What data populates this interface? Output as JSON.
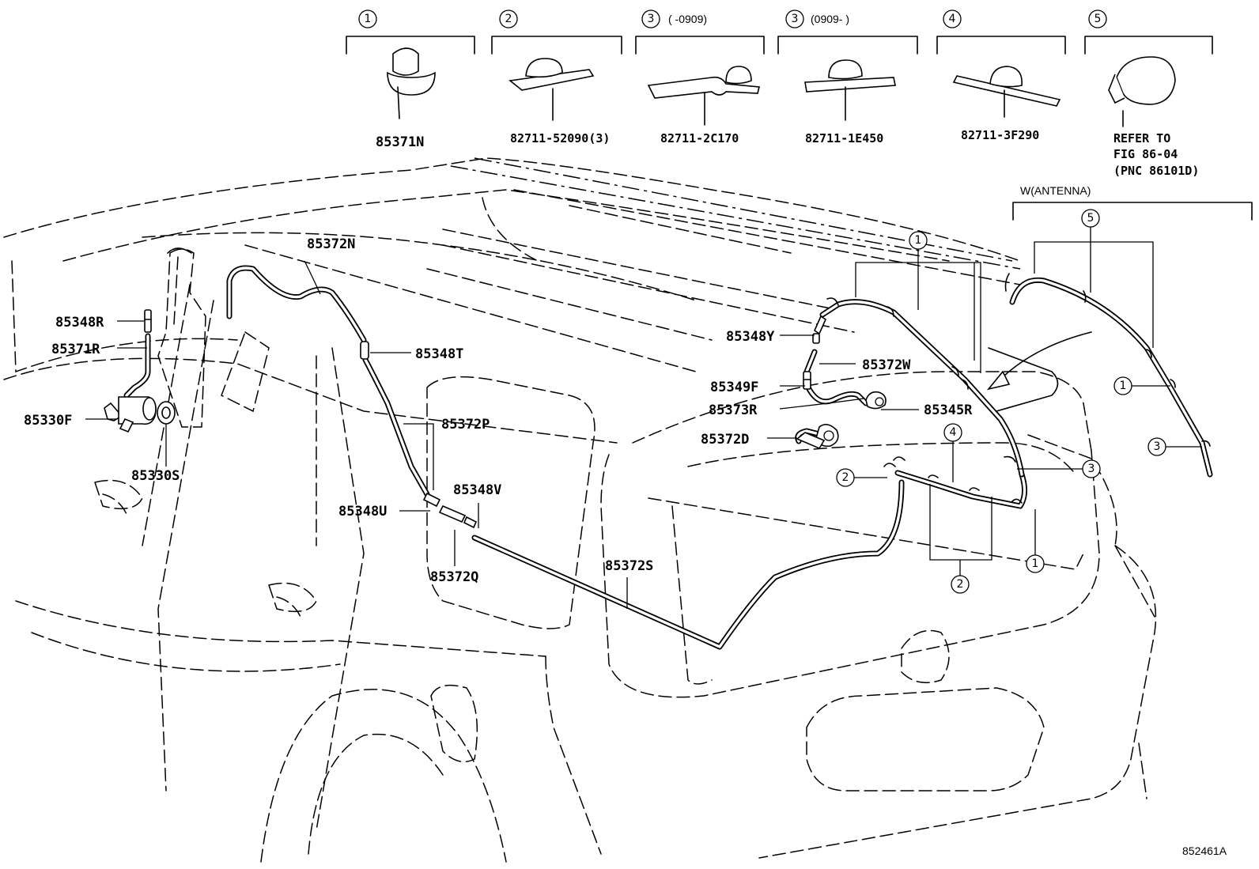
{
  "clip_legend": [
    {
      "num": "1",
      "part": "85371N"
    },
    {
      "num": "2",
      "part": "82711-52090(3)"
    },
    {
      "num": "3",
      "note": "(        -0909)",
      "part": "82711-2C170"
    },
    {
      "num": "3",
      "note": "(0909-        )",
      "part": "82711-1E450"
    },
    {
      "num": "4",
      "part": "82711-3F290"
    },
    {
      "num": "5",
      "part": "REFER TO",
      "line2": "FIG 86-04",
      "line3": "(PNC 86101D)"
    }
  ],
  "antenna_group": "W(ANTENNA)",
  "parts": {
    "p85372N": "85372N",
    "p85348R": "85348R",
    "p85371R": "85371R",
    "p85330F": "85330F",
    "p85330S": "85330S",
    "p85348T": "85348T",
    "p85372P": "85372P",
    "p85348V": "85348V",
    "p85348U": "85348U",
    "p85372Q": "85372Q",
    "p85372S": "85372S",
    "p85348Y": "85348Y",
    "p85372W": "85372W",
    "p85349F": "85349F",
    "p85373R": "85373R",
    "p85345R": "85345R",
    "p85372D": "85372D"
  },
  "callouts": {
    "c1": "1",
    "c2": "2",
    "c3": "3",
    "c4": "4",
    "c5": "5"
  },
  "figure_id": "852461A"
}
